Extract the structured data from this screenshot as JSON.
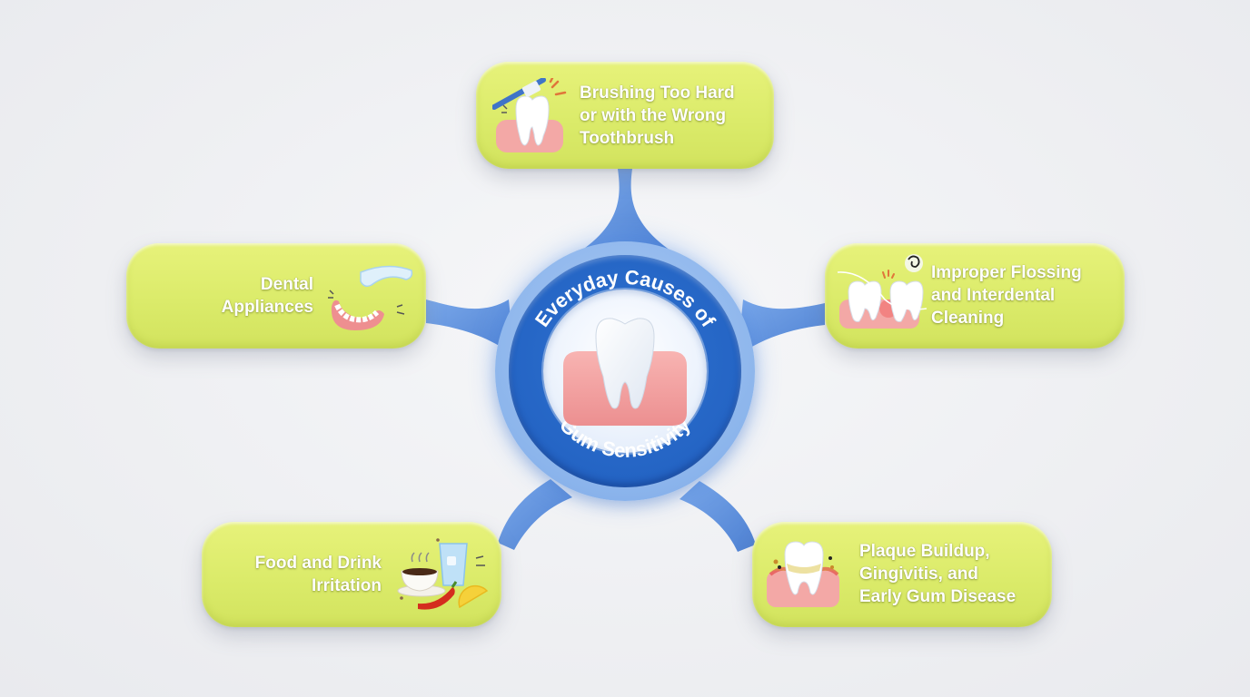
{
  "diagram": {
    "title_top_arc": "Everyday Causes of",
    "title_bottom_arc": "Gum Sensitivity",
    "center_icon": "tooth-in-gum-icon",
    "colors": {
      "background": "#eeeff2",
      "card_fill": "#dbeb6a",
      "card_text": "#ffffff",
      "hub_ring": "#2464c4",
      "hub_halo": "#8cb5ec",
      "connector": "#5d8fdc",
      "gum": "#f2a3a3",
      "tooth": "#ffffff"
    },
    "causes": [
      {
        "id": "top",
        "label": "Brushing Too Hard\nor with the Wrong\nToothbrush",
        "icon": "toothbrush-on-tooth-icon"
      },
      {
        "id": "left",
        "label": "Dental\nAppliances",
        "icon": "dentures-and-aligner-icon"
      },
      {
        "id": "right",
        "label": "Improper Flossing\nand Interdental\nCleaning",
        "icon": "floss-between-teeth-icon"
      },
      {
        "id": "bottom-left",
        "label": "Food and Drink\nIrritation",
        "icon": "coffee-water-chili-lemon-icon"
      },
      {
        "id": "bottom-right",
        "label": "Plaque Buildup,\nGingivitis, and\nEarly Gum Disease",
        "icon": "plaque-tooth-icon"
      }
    ]
  }
}
